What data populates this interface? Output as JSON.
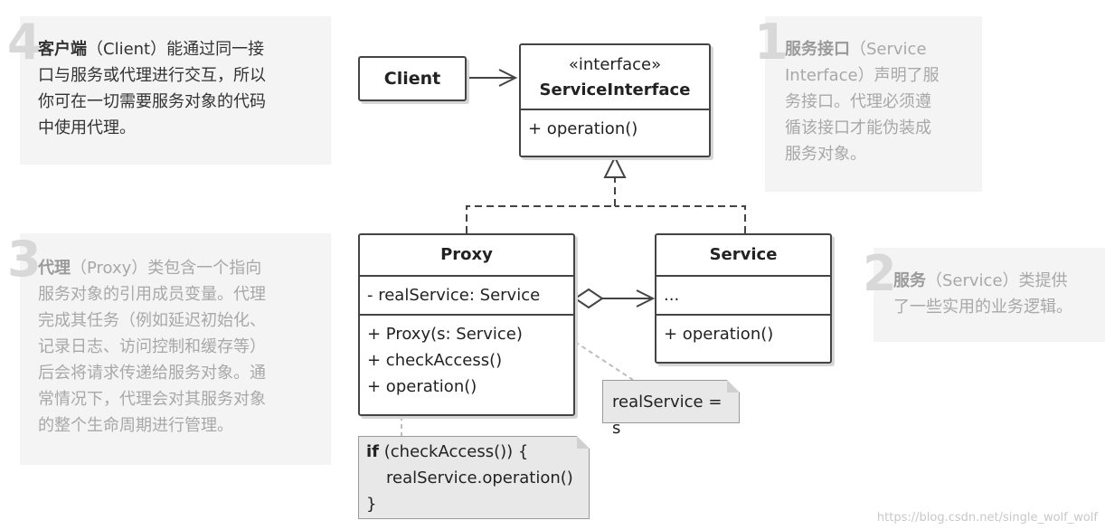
{
  "callouts": {
    "client": {
      "number": "4",
      "title": "客户端",
      "line1": "（Client）能通过同一接",
      "line2": "口与服务或代理进行交互，所以",
      "line3": "你可在一切需要服务对象的代码",
      "line4": "中使用代理。"
    },
    "interface": {
      "number": "1",
      "title": "服务接口",
      "line1": "（Service",
      "line2": "Interface）声明了服",
      "line3": "务接口。代理必须遵",
      "line4": "循该接口才能伪装成",
      "line5": "服务对象。"
    },
    "proxy": {
      "number": "3",
      "title": "代理",
      "line1": "（Proxy）类包含一个指向",
      "line2": "服务对象的引用成员变量。代理",
      "line3": "完成其任务（例如延迟初始化、",
      "line4": "记录日志、访问控制和缓存等）",
      "line5": "后会将请求传递给服务对象。通",
      "line6": "常情况下，代理会对其服务对象",
      "line7": "的整个生命周期进行管理。"
    },
    "service": {
      "number": "2",
      "title": "服务",
      "line1": "（Service）类提供",
      "line2": "了一些实用的业务逻辑。"
    }
  },
  "diagram": {
    "client_box": "Client",
    "interface_box": {
      "stereotype": "«interface»",
      "name": "ServiceInterface",
      "method": "+ operation()"
    },
    "proxy_box": {
      "name": "Proxy",
      "field": "- realService: Service",
      "method1": "+ Proxy(s: Service)",
      "method2": "+ checkAccess()",
      "method3": "+ operation()"
    },
    "service_box": {
      "name": "Service",
      "field": "...",
      "method": "+ operation()"
    },
    "note_assign": "realService = s",
    "note_code": {
      "keyword": "if",
      "line1_rest": " (checkAccess()) {",
      "line2": "realService.operation()",
      "line3": "}"
    }
  },
  "watermark": "https://blog.csdn.net/single_wolf_wolf",
  "colors": {
    "box_border": "#444444",
    "callout_bg": "#f4f4f4",
    "note_bg": "#e8e8e8",
    "faded_text": "#a8a8a8"
  }
}
